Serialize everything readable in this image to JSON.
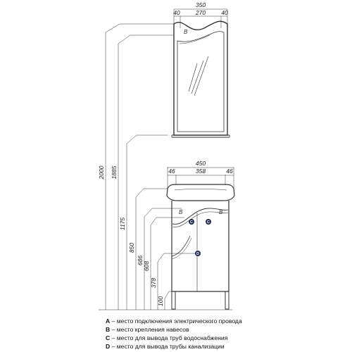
{
  "mirror": {
    "width_total": "350",
    "frame_left": "40",
    "inner": "270",
    "frame_right": "40",
    "marker": "B"
  },
  "cabinet": {
    "width_total": "450",
    "side_left": "46",
    "inner": "358",
    "side_right": "46",
    "markers": {
      "b": "B",
      "c": "C",
      "d": "D"
    }
  },
  "heights": [
    "2000",
    "1885",
    "1175",
    "850",
    "686",
    "608",
    "378",
    "100"
  ],
  "legend": [
    {
      "key": "A",
      "text": " – место подключения электрического провода"
    },
    {
      "key": "B",
      "text": " – место крепления навесов"
    },
    {
      "key": "C",
      "text": " – место для вывода труб водоснабжения"
    },
    {
      "key": "D",
      "text": " – место для вывода трубы канализации"
    }
  ],
  "colors": {
    "line": "#333333",
    "dot": "#1f2a4d"
  }
}
